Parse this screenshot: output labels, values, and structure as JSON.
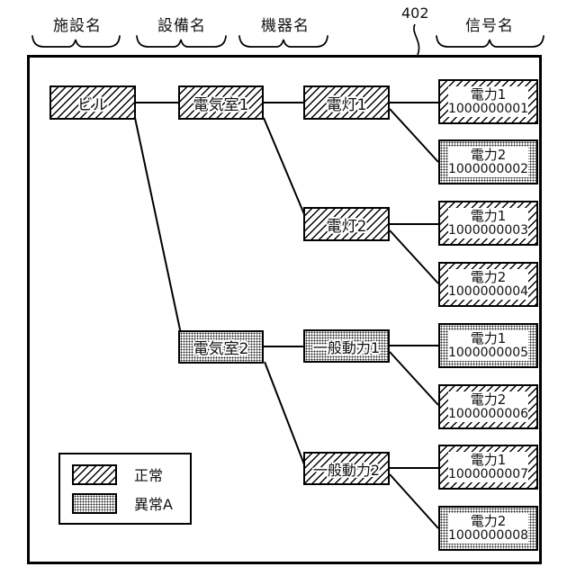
{
  "figure": {
    "reference_number": "402"
  },
  "column_headers": [
    {
      "label": "施設名"
    },
    {
      "label": "設備名"
    },
    {
      "label": "機器名"
    },
    {
      "label": "信号名"
    }
  ],
  "tree": {
    "facility": {
      "label": "ビル",
      "status": "normal"
    },
    "equipment": [
      {
        "label": "電気室1",
        "status": "normal"
      },
      {
        "label": "電気室2",
        "status": "abnormal"
      }
    ],
    "devices": [
      {
        "label": "電灯1",
        "status": "normal"
      },
      {
        "label": "電灯2",
        "status": "normal"
      },
      {
        "label": "一般動力1",
        "status": "abnormal"
      },
      {
        "label": "一般動力2",
        "status": "normal"
      }
    ],
    "signals": [
      {
        "name": "電力1",
        "id": "1000000001",
        "status": "normal"
      },
      {
        "name": "電力2",
        "id": "1000000002",
        "status": "abnormal"
      },
      {
        "name": "電力1",
        "id": "1000000003",
        "status": "normal"
      },
      {
        "name": "電力2",
        "id": "1000000004",
        "status": "normal"
      },
      {
        "name": "電力1",
        "id": "1000000005",
        "status": "abnormal"
      },
      {
        "name": "電力2",
        "id": "1000000006",
        "status": "normal"
      },
      {
        "name": "電力1",
        "id": "1000000007",
        "status": "normal"
      },
      {
        "name": "電力2",
        "id": "1000000008",
        "status": "abnormal"
      }
    ]
  },
  "legend": {
    "items": [
      {
        "label": "正常",
        "status": "normal"
      },
      {
        "label": "異常A",
        "status": "abnormal"
      }
    ]
  },
  "colors": {
    "line": "#000000",
    "background": "#ffffff"
  }
}
